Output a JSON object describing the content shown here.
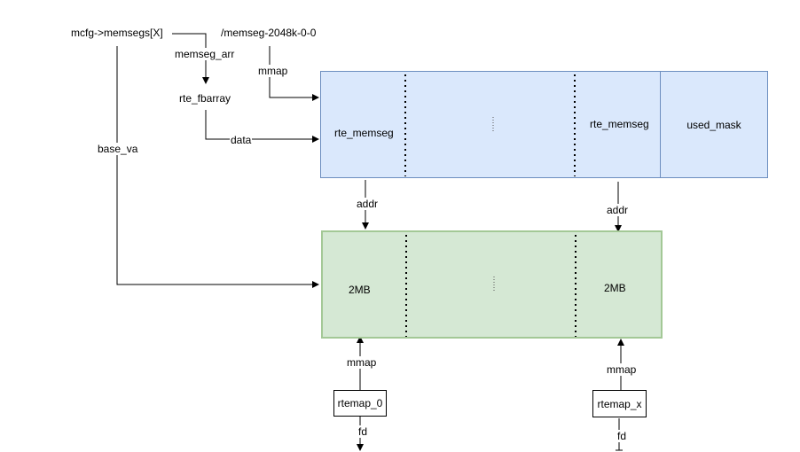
{
  "labels": {
    "mcfg": "mcfg->memsegs[X]",
    "memseg_file": "/memseg-2048k-0-0",
    "memseg_arr": "memseg_arr",
    "mmap_top": "mmap",
    "rte_fbarray": "rte_fbarray",
    "base_va": "base_va",
    "data": "data",
    "addr_left": "addr",
    "addr_right": "addr",
    "mmap_left": "mmap",
    "mmap_right": "mmap",
    "fd_left": "fd",
    "fd_right": "fd"
  },
  "memseg_block": {
    "cell_left": "rte_memseg",
    "cell_mid": "...",
    "cell_right": "rte_memseg",
    "used_mask": "used_mask"
  },
  "hugepage_block": {
    "cell_left": "2MB",
    "cell_mid": "...",
    "cell_right": "2MB"
  },
  "files": {
    "left": "rtemap_0",
    "right": "rtemap_x"
  },
  "colors": {
    "memseg_fill": "#dae8fc",
    "memseg_stroke": "#6c8ebf",
    "hugepage_fill": "#d5e8d4",
    "hugepage_stroke": "#a3c896"
  }
}
